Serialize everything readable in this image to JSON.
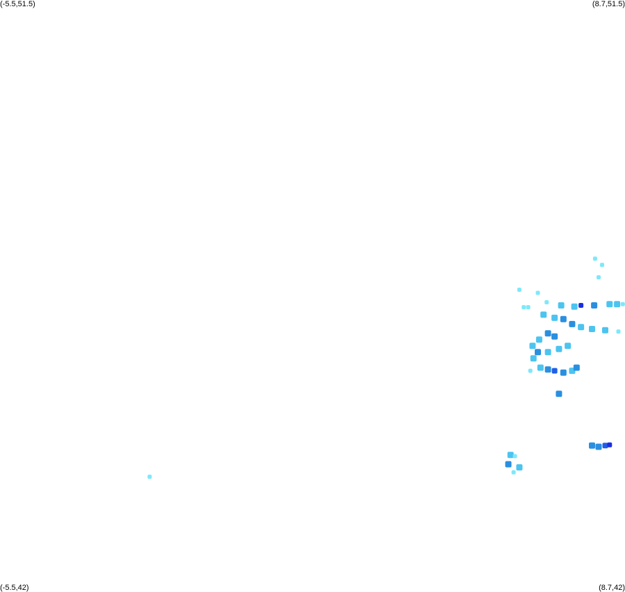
{
  "corners": {
    "top_left": "(-5.5,51.5)",
    "top_right": "(8.7,51.5)",
    "bottom_left": "(-5.5,42)",
    "bottom_right": "(8.7,42)"
  },
  "extent": {
    "lon_min": -5.5,
    "lon_max": 8.7,
    "lat_min": 42,
    "lat_max": 51.5
  },
  "colors": {
    "background": "#ffffff",
    "intensity_light": "#7ee8fa",
    "intensity_low": "#4cc4f0",
    "intensity_medium": "#2a8fe0",
    "intensity_high": "#1f5fe8",
    "intensity_very_high": "#1a2fe0"
  },
  "cells": [
    {
      "lon": 8.02,
      "lat": 47.35,
      "level": "light"
    },
    {
      "lon": 8.18,
      "lat": 47.25,
      "level": "light"
    },
    {
      "lon": 8.1,
      "lat": 47.05,
      "level": "light"
    },
    {
      "lon": 6.3,
      "lat": 46.85,
      "level": "light"
    },
    {
      "lon": 6.72,
      "lat": 46.8,
      "level": "light"
    },
    {
      "lon": 6.4,
      "lat": 46.57,
      "level": "light"
    },
    {
      "lon": 6.5,
      "lat": 46.57,
      "level": "light"
    },
    {
      "lon": 6.92,
      "lat": 46.65,
      "level": "light"
    },
    {
      "lon": 7.25,
      "lat": 46.6,
      "level": "low"
    },
    {
      "lon": 7.55,
      "lat": 46.58,
      "level": "low"
    },
    {
      "lon": 7.7,
      "lat": 46.6,
      "level": "very_high"
    },
    {
      "lon": 8.0,
      "lat": 46.6,
      "level": "medium"
    },
    {
      "lon": 8.35,
      "lat": 46.62,
      "level": "low"
    },
    {
      "lon": 8.52,
      "lat": 46.62,
      "level": "low"
    },
    {
      "lon": 8.65,
      "lat": 46.62,
      "level": "light"
    },
    {
      "lon": 6.85,
      "lat": 46.45,
      "level": "low"
    },
    {
      "lon": 7.1,
      "lat": 46.4,
      "level": "low"
    },
    {
      "lon": 7.3,
      "lat": 46.38,
      "level": "medium"
    },
    {
      "lon": 7.5,
      "lat": 46.3,
      "level": "medium"
    },
    {
      "lon": 7.7,
      "lat": 46.25,
      "level": "low"
    },
    {
      "lon": 7.95,
      "lat": 46.22,
      "level": "low"
    },
    {
      "lon": 8.25,
      "lat": 46.2,
      "level": "low"
    },
    {
      "lon": 8.55,
      "lat": 46.18,
      "level": "light"
    },
    {
      "lon": 6.95,
      "lat": 46.15,
      "level": "medium"
    },
    {
      "lon": 7.1,
      "lat": 46.1,
      "level": "medium"
    },
    {
      "lon": 6.75,
      "lat": 46.05,
      "level": "low"
    },
    {
      "lon": 6.6,
      "lat": 45.95,
      "level": "low"
    },
    {
      "lon": 6.72,
      "lat": 45.85,
      "level": "medium"
    },
    {
      "lon": 6.62,
      "lat": 45.75,
      "level": "low"
    },
    {
      "lon": 6.95,
      "lat": 45.85,
      "level": "low"
    },
    {
      "lon": 7.2,
      "lat": 45.9,
      "level": "low"
    },
    {
      "lon": 7.4,
      "lat": 45.95,
      "level": "low"
    },
    {
      "lon": 6.78,
      "lat": 45.6,
      "level": "low"
    },
    {
      "lon": 6.95,
      "lat": 45.57,
      "level": "medium"
    },
    {
      "lon": 7.1,
      "lat": 45.55,
      "level": "high"
    },
    {
      "lon": 7.3,
      "lat": 45.52,
      "level": "medium"
    },
    {
      "lon": 7.5,
      "lat": 45.55,
      "level": "low"
    },
    {
      "lon": 7.6,
      "lat": 45.6,
      "level": "medium"
    },
    {
      "lon": 6.55,
      "lat": 45.55,
      "level": "light"
    },
    {
      "lon": 7.2,
      "lat": 45.18,
      "level": "medium"
    },
    {
      "lon": 7.95,
      "lat": 44.35,
      "level": "medium"
    },
    {
      "lon": 8.1,
      "lat": 44.33,
      "level": "medium"
    },
    {
      "lon": 8.25,
      "lat": 44.35,
      "level": "high"
    },
    {
      "lon": 8.35,
      "lat": 44.36,
      "level": "very_high"
    },
    {
      "lon": 6.1,
      "lat": 44.2,
      "level": "low"
    },
    {
      "lon": 6.2,
      "lat": 44.18,
      "level": "light"
    },
    {
      "lon": 6.05,
      "lat": 44.05,
      "level": "medium"
    },
    {
      "lon": 6.3,
      "lat": 44.0,
      "level": "low"
    },
    {
      "lon": 6.17,
      "lat": 43.92,
      "level": "light"
    },
    {
      "lon": -2.1,
      "lat": 43.85,
      "level": "light"
    }
  ]
}
